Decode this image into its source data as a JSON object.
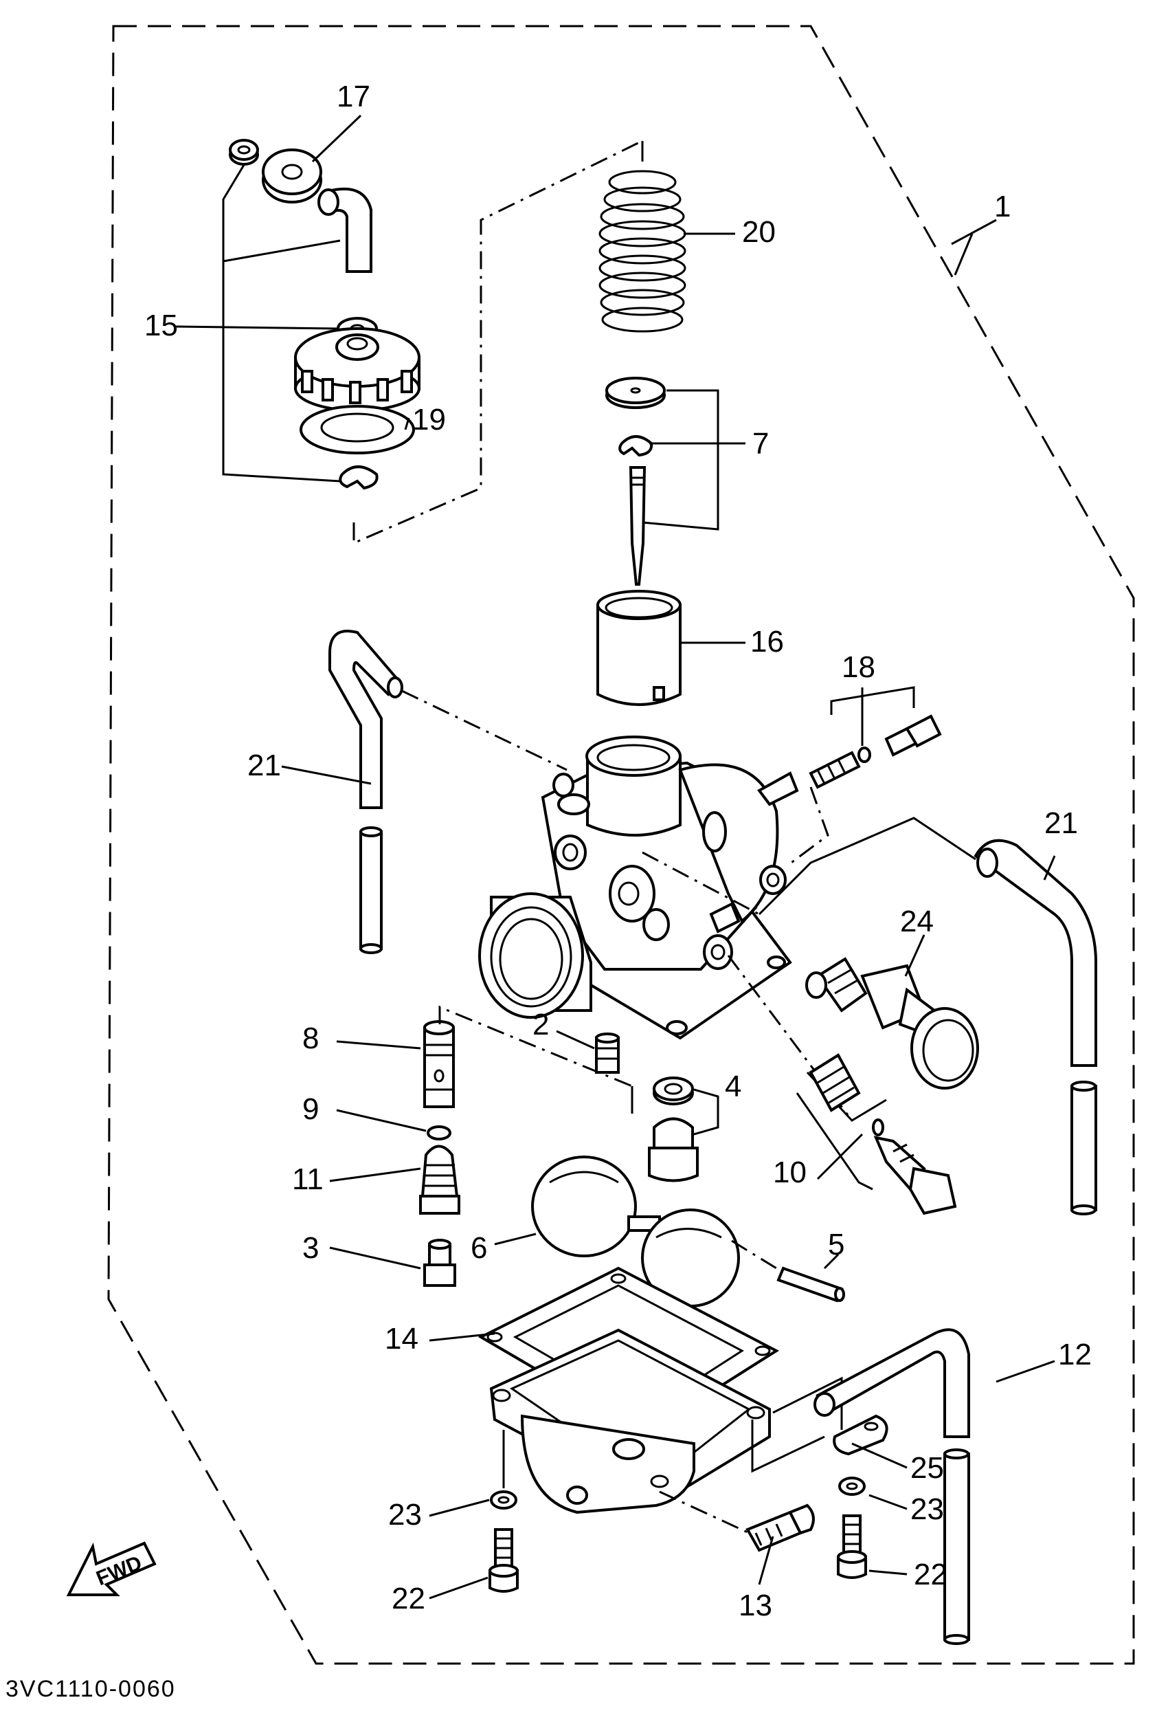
{
  "diagram": {
    "code": "3VC1110-0060",
    "fwd_label": "FWD",
    "labels": [
      {
        "id": "1",
        "text": "1"
      },
      {
        "id": "2",
        "text": "2"
      },
      {
        "id": "3",
        "text": "3"
      },
      {
        "id": "4",
        "text": "4"
      },
      {
        "id": "5",
        "text": "5"
      },
      {
        "id": "6",
        "text": "6"
      },
      {
        "id": "7",
        "text": "7"
      },
      {
        "id": "8",
        "text": "8"
      },
      {
        "id": "9",
        "text": "9"
      },
      {
        "id": "10",
        "text": "10"
      },
      {
        "id": "11",
        "text": "11"
      },
      {
        "id": "12",
        "text": "12"
      },
      {
        "id": "13",
        "text": "13"
      },
      {
        "id": "14",
        "text": "14"
      },
      {
        "id": "15",
        "text": "15"
      },
      {
        "id": "16",
        "text": "16"
      },
      {
        "id": "17",
        "text": "17"
      },
      {
        "id": "18",
        "text": "18"
      },
      {
        "id": "19",
        "text": "19"
      },
      {
        "id": "20",
        "text": "20"
      },
      {
        "id": "21a",
        "text": "21"
      },
      {
        "id": "21b",
        "text": "21"
      },
      {
        "id": "22a",
        "text": "22"
      },
      {
        "id": "22b",
        "text": "22"
      },
      {
        "id": "23a",
        "text": "23"
      },
      {
        "id": "23b",
        "text": "23"
      },
      {
        "id": "24",
        "text": "24"
      },
      {
        "id": "25",
        "text": "25"
      }
    ]
  }
}
